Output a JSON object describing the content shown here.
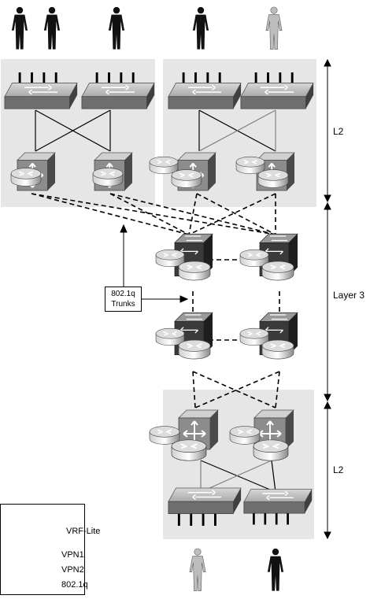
{
  "labels": {
    "l2_top": "L2",
    "layer3": "Layer 3",
    "l2_bottom": "L2",
    "trunk_line1": "802.1q",
    "trunk_line2": "Trunks"
  },
  "legend": {
    "vrf_lite": "VRF-Lite",
    "vpn1": "VPN1",
    "vpn2": "VPN2",
    "dot1q": "802.1q"
  },
  "colors": {
    "panel_bg": "#e6e6e6",
    "vpn1_line": "#000000",
    "vpn2_line": "#808080",
    "user_vpn1": "#111111",
    "user_vpn2": "#bdbdbd"
  },
  "icons": {
    "user": "person-icon",
    "access_switch": "workgroup-switch-icon",
    "distribution_switch": "layer3-switch-icon",
    "router": "router-icon",
    "multilayer_switch": "multilayer-switch-icon"
  }
}
